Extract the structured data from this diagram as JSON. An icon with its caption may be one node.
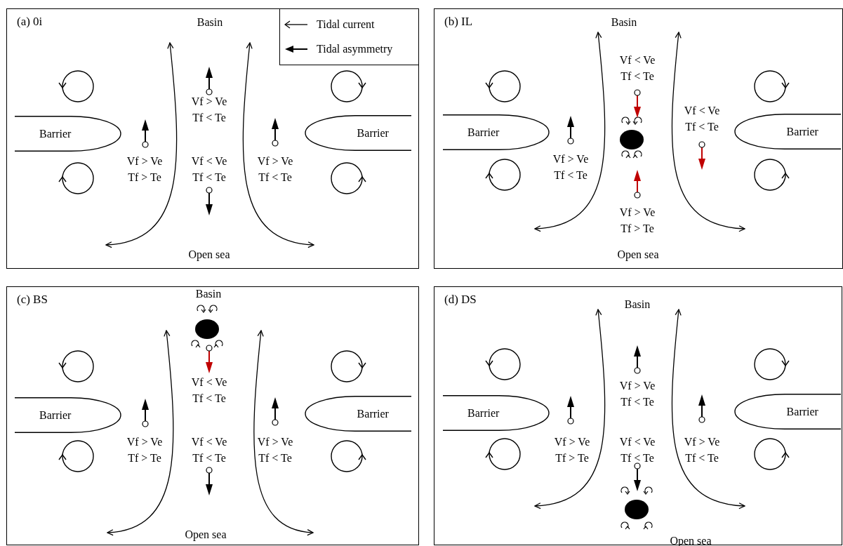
{
  "diagram": {
    "nodes": [
      {
        "text": [
          "(a) 0i"
        ]
      },
      {
        "text": [
          "Barrier"
        ],
        "in": 0
      },
      {
        "text": [
          "Barrier"
        ],
        "in": 0
      },
      {
        "text": [
          "(b) IL"
        ]
      },
      {
        "text": [
          "Barrier"
        ],
        "in": 3
      },
      {
        "text": [
          "Barrier"
        ],
        "in": 3
      },
      {
        "text": [
          "(c) BS"
        ]
      },
      {
        "text": [
          "Barrier"
        ],
        "in": 6
      },
      {
        "text": [
          "Barrier"
        ],
        "in": 6
      },
      {
        "text": [
          "(d) DS"
        ]
      },
      {
        "text": [
          "Barrier"
        ],
        "in": 9
      },
      {
        "text": [
          "Barrier"
        ],
        "in": 9
      }
    ],
    "labels": [
      "Basin",
      "Vf > Ve Tf < Te",
      "Vf > Ve Tf > Te",
      "Vf < Ve Tf < Te",
      "Vf > Ve Tf < Te",
      "Open sea",
      "Basin",
      "Vf < Ve Tf < Te",
      "Vf < Ve Tf < Te",
      "Vf > Ve Tf < Te",
      "Vf > Ve Tf > Te",
      "Open sea",
      "Basin",
      "Vf < Ve Tf < Te",
      "Vf > Ve Tf > Te",
      "Vf < Ve Tf < Te",
      "Vf > Ve Tf < Te",
      "Open sea",
      "Basin",
      "Vf > Ve Tf < Te",
      "Vf > Ve Tf > Te",
      "Vf < Ve Tf < Te",
      "Vf > Ve Tf < Te",
      "Open sea"
    ],
    "legend": [
      {
        "text": "Tidal current"
      },
      {
        "text": "Tidal asymmetry"
      }
    ]
  }
}
